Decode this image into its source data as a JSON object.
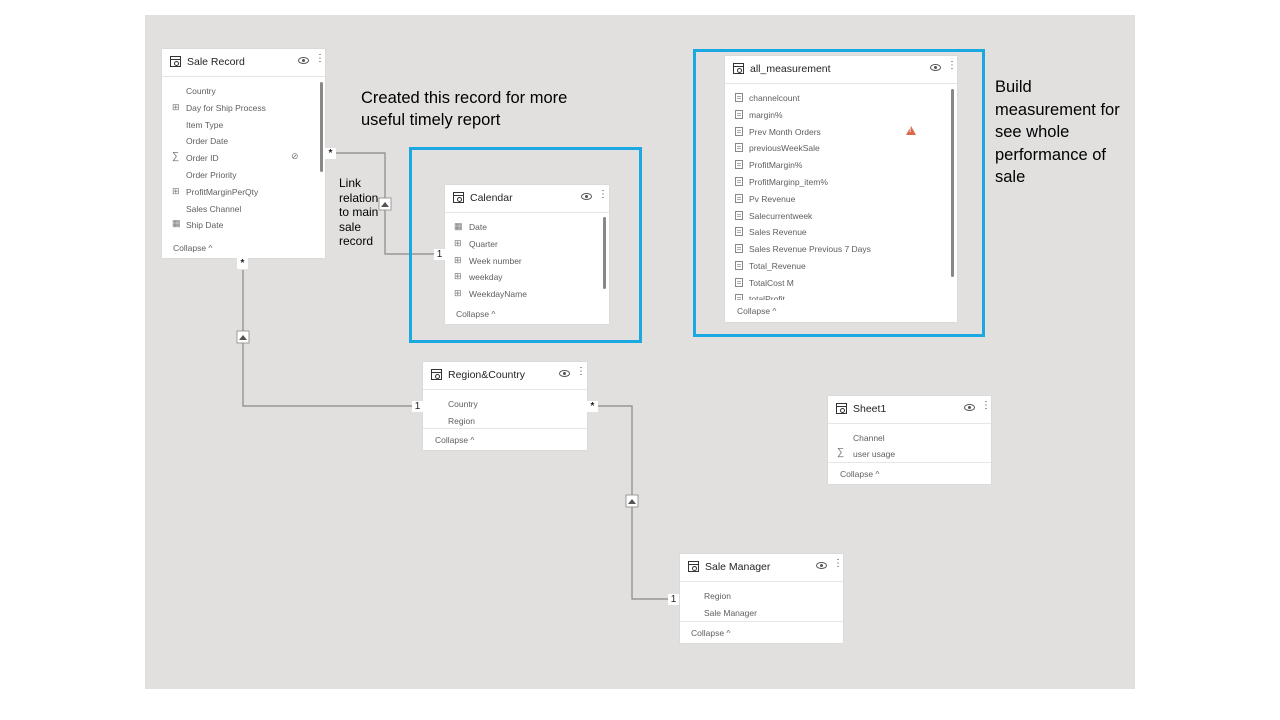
{
  "colors": {
    "canvas": "#e1e0df",
    "highlight": "#1ba8e0",
    "card": "#ffffff",
    "warning": "#d9694a"
  },
  "tables": {
    "sale_record": {
      "title": "Sale Record",
      "fields": [
        "Country",
        "Day for Ship Process",
        "Item Type",
        "Order Date",
        "Order ID",
        "Order Priority",
        "ProfitMarginPerQty",
        "Sales Channel",
        "Ship Date"
      ],
      "collapse": "Collapse ^"
    },
    "calendar": {
      "title": "Calendar",
      "fields": [
        "Date",
        "Quarter",
        "Week number",
        "weekday",
        "WeekdayName"
      ],
      "collapse": "Collapse ^"
    },
    "all_measurement": {
      "title": "all_measurement",
      "fields": [
        "channelcount",
        "margin%",
        "Prev Month Orders",
        "previousWeekSale",
        "ProfitMargin%",
        "ProfitMarginp_item%",
        "Pv Revenue",
        "Salecurrentweek",
        "Sales Revenue",
        "Sales Revenue Previous 7 Days",
        "Total_Revenue",
        "TotalCost M",
        "totalProfit"
      ],
      "collapse": "Collapse ^"
    },
    "region_country": {
      "title": "Region&Country",
      "fields": [
        "Country",
        "Region"
      ],
      "collapse": "Collapse ^"
    },
    "sheet1": {
      "title": "Sheet1",
      "fields": [
        "Channel",
        "user usage"
      ],
      "collapse": "Collapse ^"
    },
    "sale_manager": {
      "title": "Sale Manager",
      "fields": [
        "Region",
        "Sale Manager"
      ],
      "collapse": "Collapse ^"
    }
  },
  "annotations": {
    "calendar_note": "Created this record for more useful timely report",
    "link_note": "Link relation to main sale record",
    "measure_note": "Build measurement for see whole performance of sale"
  },
  "cardinality": {
    "many": "*",
    "one": "1"
  }
}
